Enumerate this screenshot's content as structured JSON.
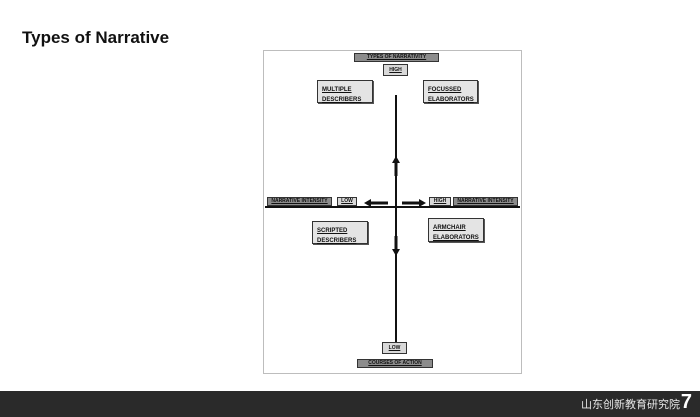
{
  "slide": {
    "title": "Types of Narrative",
    "page_number": "7"
  },
  "diagram": {
    "top_title": "TYPES OF NARRATIVITY",
    "top_high": "HIGH",
    "bottom_low": "LOW",
    "bottom_title": "COURSES OF ACTION",
    "left_axis_title": "NARRATIVE INTENSITY",
    "left_low": "LOW",
    "right_high": "HIGH",
    "right_axis_title": "NARRATIVE INTENSITY",
    "quadrants": {
      "top_left": [
        "MULTIPLE",
        "DESCRIBERS"
      ],
      "top_right": [
        "FOCUSSED",
        "ELABORATORS"
      ],
      "bottom_left": [
        "SCRIPTED",
        "DESCRIBERS"
      ],
      "bottom_right": [
        "ARMCHAIR",
        "ELABORATORS"
      ]
    }
  },
  "footer": {
    "institution": "山东创新教育研究院"
  }
}
